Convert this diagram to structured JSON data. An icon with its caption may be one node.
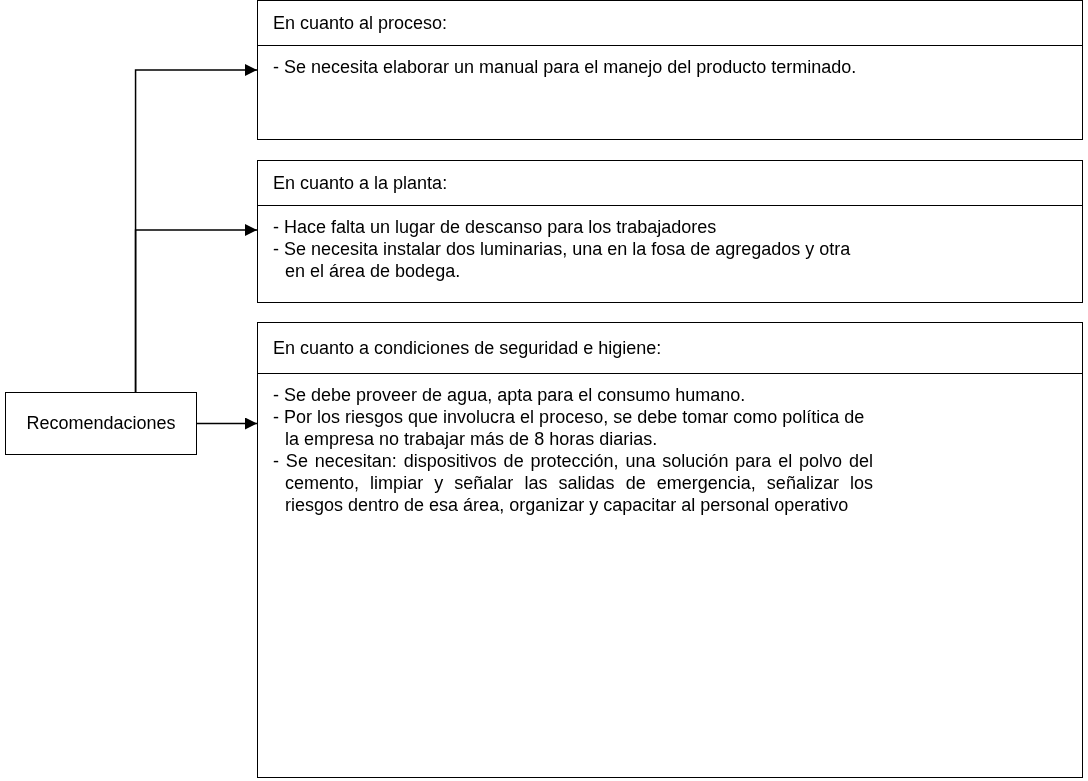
{
  "diagram": {
    "nodes": [
      {
        "text": [
          "Recomendaciones"
        ]
      },
      {
        "text": [
          "En cuanto al proceso:",
          "- Se necesita elaborar un manual para el manejo del producto terminado."
        ]
      },
      {
        "text": [
          "En cuanto a la planta:",
          "- Hace falta un lugar de descanso para los trabajadores",
          "- Se necesita instalar dos luminarias, una en la fosa de agregados y otra en el área de bodega."
        ]
      },
      {
        "text": [
          "En cuanto a condiciones de seguridad e higiene:",
          "- Se debe proveer de agua, apta para el consumo humano.",
          "- Por los riesgos que involucra el proceso, se debe tomar como política de la empresa no trabajar más de 8 horas diarias.",
          "- Se necesitan: dispositivos de protección, una solución para el polvo del cemento, limpiar y señalar las salidas de emergencia, señalizar los riesgos dentro de esa área, organizar y capacitar al personal operativo"
        ]
      }
    ],
    "edges": [
      {
        "from": 0,
        "to": 1,
        "arrow": "to"
      },
      {
        "from": 0,
        "to": 2,
        "arrow": "to"
      },
      {
        "from": 0,
        "to": 3,
        "arrow": "to"
      }
    ]
  }
}
